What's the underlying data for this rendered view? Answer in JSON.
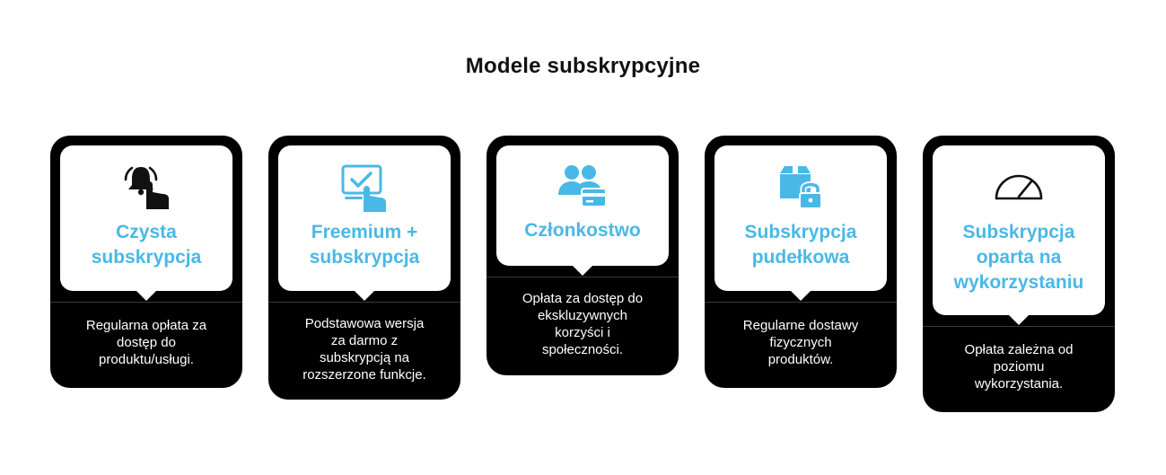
{
  "title": "Modele subskrypcyjne",
  "colors": {
    "accent": "#4ab8e6",
    "card": "#000000",
    "panel": "#ffffff"
  },
  "cards": [
    {
      "icon": "bell-touch-icon",
      "heading_lines": [
        "Czysta",
        "subskrypcja"
      ],
      "desc_lines": [
        "Regularna opłata za",
        "dostęp do",
        "produktu/usługi."
      ]
    },
    {
      "icon": "screen-check-touch-icon",
      "heading_lines": [
        "Freemium +",
        "subskrypcja"
      ],
      "desc_lines": [
        "Podstawowa wersja",
        "za darmo z",
        "subskrypcją na",
        "rozszerzone funkcje."
      ]
    },
    {
      "icon": "users-card-icon",
      "heading_lines": [
        "Członkostwo"
      ],
      "desc_lines": [
        "Opłata za dostęp do",
        "ekskluzywnych",
        "korzyści i",
        "społeczności."
      ]
    },
    {
      "icon": "box-lock-icon",
      "heading_lines": [
        "Subskrypcja",
        "pudełkowa"
      ],
      "desc_lines": [
        "Regularne dostawy",
        "fizycznych",
        "produktów."
      ]
    },
    {
      "icon": "gauge-icon",
      "heading_lines": [
        "Subskrypcja",
        "oparta na",
        "wykorzystaniu"
      ],
      "desc_lines": [
        "Opłata zależna od",
        "poziomu",
        "wykorzystania."
      ]
    }
  ]
}
